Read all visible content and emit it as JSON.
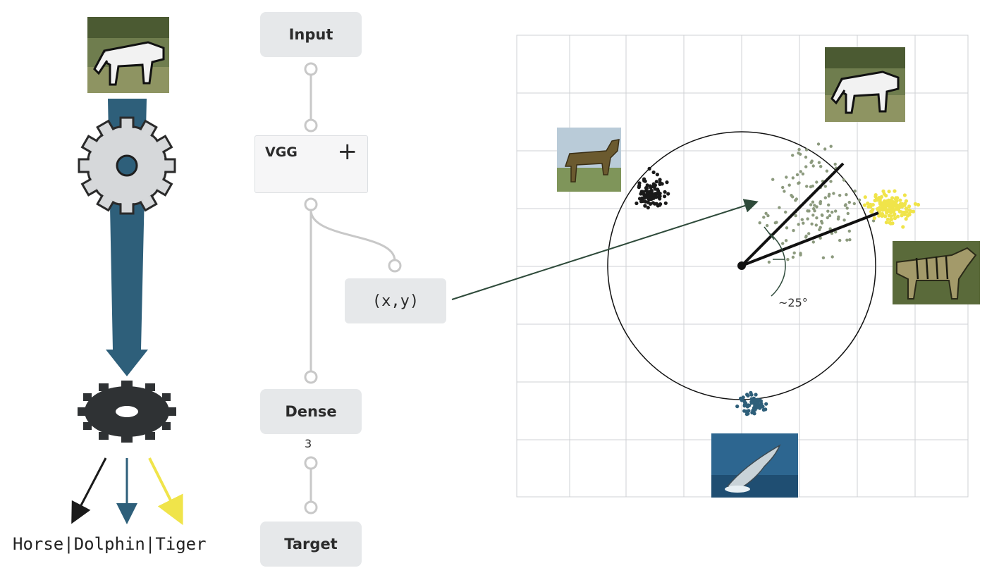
{
  "nodes": {
    "input": "Input",
    "vgg": "VGG",
    "vgg_expand": "+",
    "xy": "(x,y)",
    "dense": "Dense",
    "dense_units": "3",
    "target": "Target"
  },
  "classes": {
    "horse": "Horse",
    "dolphin": "Dolphin",
    "tiger": "Tiger",
    "separator": "|"
  },
  "angle_label": "~25°",
  "icons": {
    "input_image": "zebra-image-icon",
    "gear_train": "gear-icon",
    "gear_classifier": "gear-icon",
    "horse_image": "horse-image-icon",
    "zebra_image": "zebra-image-icon",
    "tiger_image": "tiger-image-icon",
    "dolphin_image": "dolphin-image-icon"
  },
  "colors": {
    "horse": "#1a1a1a",
    "dolphin": "#2e5f7a",
    "tiger": "#f0e44a",
    "zebra": "#8c9a7e",
    "arrow_blue": "#2e5f7a",
    "node_bg": "#e6e8ea",
    "connector": "#c8c8c8"
  }
}
